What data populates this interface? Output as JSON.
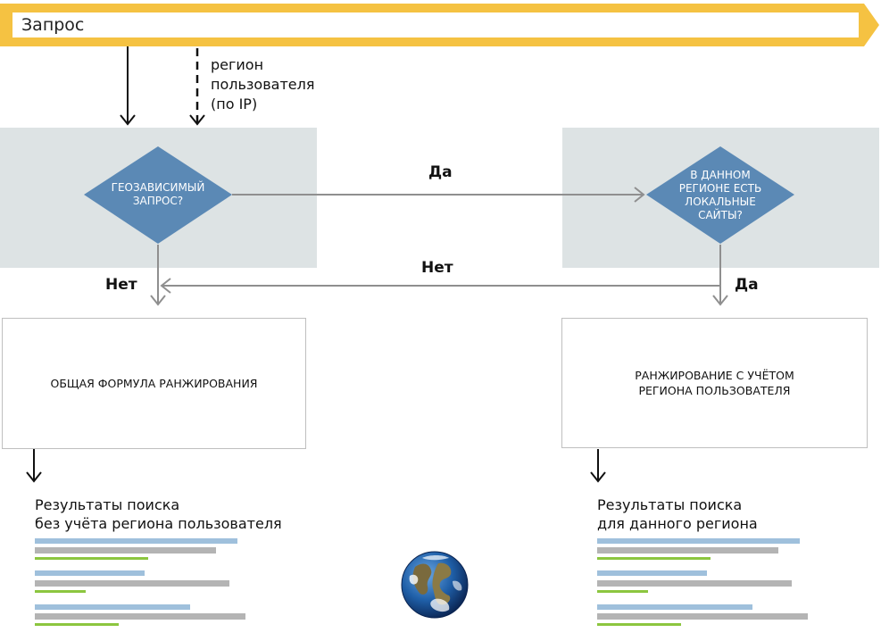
{
  "request": {
    "label": "Запрос"
  },
  "ip_note": {
    "line1": "регион",
    "line2": "пользователя",
    "line3": "(по IP)"
  },
  "diamond_geo": {
    "line1": "ГЕОЗАВИСИМЫЙ",
    "line2": "ЗАПРОС?"
  },
  "diamond_local": {
    "line1": "В ДАННОМ",
    "line2": "РЕГИОНЕ ЕСТЬ",
    "line3": "ЛОКАЛЬНЫЕ",
    "line4": "САЙТЫ?"
  },
  "edges": {
    "yes_top": "Да",
    "no_middle": "Нет",
    "no_left": "Нет",
    "yes_right": "Да"
  },
  "box_general": {
    "text": "ОБЩАЯ ФОРМУЛА РАНЖИРОВАНИЯ"
  },
  "box_regional": {
    "line1": "РАНЖИРОВАНИЕ С УЧЁТОМ",
    "line2": "РЕГИОНА ПОЛЬЗОВАТЕЛЯ"
  },
  "results_left": {
    "line1": "Результаты поиска",
    "line2": "без учёта региона пользователя"
  },
  "results_right": {
    "line1": "Результаты поиска",
    "line2": "для данного региона"
  },
  "colors": {
    "banner": "#f5c242",
    "diamond": "#5b89b5",
    "panel": "#dde3e4",
    "bar_blue": "#9fc0dc",
    "bar_gray": "#b4b4b4",
    "bar_green": "#8cc63f",
    "arrow_gray": "#8f8f8f"
  },
  "icons": {
    "globe": "earth-globe-icon"
  }
}
